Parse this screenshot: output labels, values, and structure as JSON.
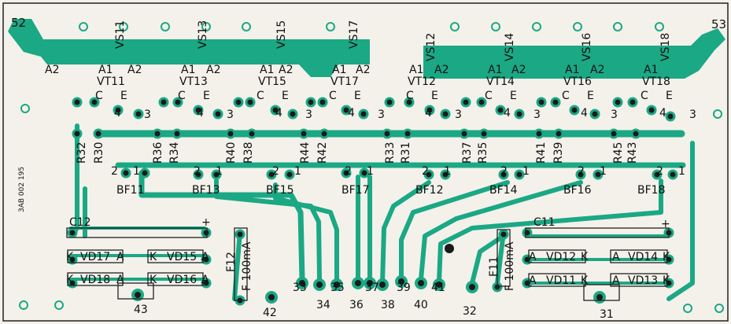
{
  "board": {
    "code": "3AB 002 195",
    "colors": {
      "background": "#f3f1ea",
      "trace": "#1ba884",
      "pad": "#1a1a1a",
      "outline": "#222222"
    }
  },
  "terminals": {
    "t52": "52",
    "t53": "53",
    "t31": "31",
    "t32": "32",
    "t33": "33",
    "t34": "34",
    "t35": "35",
    "t36": "36",
    "t37": "37",
    "t38": "38",
    "t39": "39",
    "t40": "40",
    "t41": "41",
    "t42": "42",
    "t43": "43"
  },
  "thyristors": [
    {
      "vs": "VS11",
      "vt": "VT11"
    },
    {
      "vs": "VS13",
      "vt": "VT13"
    },
    {
      "vs": "VS15",
      "vt": "VT15"
    },
    {
      "vs": "VS17",
      "vt": "VT17"
    },
    {
      "vs": "VS12",
      "vt": "VT12"
    },
    {
      "vs": "VS14",
      "vt": "VT14"
    },
    {
      "vs": "VS16",
      "vt": "VT16"
    },
    {
      "vs": "VS18",
      "vt": "VT18"
    }
  ],
  "pins": {
    "a1": "A1",
    "a2": "A2",
    "c": "C",
    "e": "E",
    "p4": "4",
    "p3": "3",
    "p2": "2",
    "p1": "1"
  },
  "resistors": [
    "R32",
    "R30",
    "R36",
    "R34",
    "R40",
    "R38",
    "R44",
    "R42",
    "R33",
    "R31",
    "R37",
    "R35",
    "R41",
    "R39",
    "R45",
    "R43"
  ],
  "connectors": [
    "BF11",
    "BF13",
    "BF15",
    "BF17",
    "BF12",
    "BF14",
    "BF16",
    "BF18"
  ],
  "left_block": {
    "cap": "C12",
    "plus": "+",
    "fuse": "F12",
    "fuse_rating": "F 100mA",
    "d1": "VD17",
    "d2": "VD15",
    "d3": "VD18",
    "d4": "VD16",
    "k": "K",
    "a": "A"
  },
  "right_block": {
    "cap": "C11",
    "plus": "+",
    "fuse": "F11",
    "fuse_rating": "F 100mA",
    "d1": "VD12",
    "d2": "VD14",
    "d3": "VD11",
    "d4": "VD13",
    "k": "K",
    "a": "A"
  }
}
